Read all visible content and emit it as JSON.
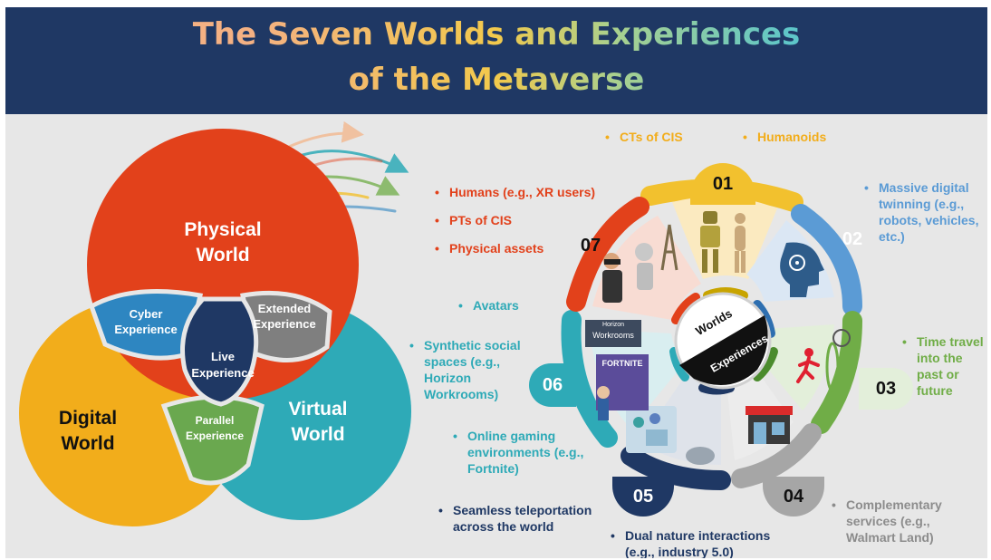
{
  "title": {
    "line1": "The Seven Worlds and Experiences",
    "line2": "of the Metaverse"
  },
  "colors": {
    "header": "#1f3864",
    "physical": "#e2411b",
    "digital": "#f2ad1b",
    "virtual": "#2eaab7",
    "cyber": "#2e86c1",
    "extended": "#7f7f7f",
    "live": "#1f3864",
    "parallel": "#6aa84f"
  },
  "venn": {
    "physical": [
      "Physical",
      "World"
    ],
    "digital": [
      "Digital",
      "World"
    ],
    "virtual": [
      "Virtual",
      "World"
    ],
    "cyber": [
      "Cyber",
      "Experience"
    ],
    "extended": [
      "Extended",
      "Experience"
    ],
    "live": [
      "Live",
      "Experience"
    ],
    "parallel": [
      "Parallel",
      "Experience"
    ]
  },
  "center": {
    "top": "Worlds",
    "bottom": "Experiences"
  },
  "segments": [
    {
      "num": "01",
      "color": "#f2c12e",
      "bullets": [
        "CTs of CIS",
        "Humanoids"
      ]
    },
    {
      "num": "02",
      "color": "#5b9bd5",
      "bullets": [
        "Massive digital twinning (e.g., robots, vehicles, etc.)"
      ]
    },
    {
      "num": "03",
      "color": "#70ad47",
      "bullets": [
        "Time travel into the past or future"
      ]
    },
    {
      "num": "04",
      "color": "#a6a6a6",
      "bullets": [
        "Complementary services (e.g., Walmart Land)"
      ]
    },
    {
      "num": "05",
      "color": "#1f3864",
      "bullets": [
        "Seamless teleportation across the world",
        "Dual nature interactions (e.g., industry 5.0)"
      ]
    },
    {
      "num": "06",
      "color": "#2eaab7",
      "bullets": [
        "Avatars",
        "Synthetic social spaces (e.g., Horizon Workrooms)",
        "Online gaming environments (e.g., Fortnite)"
      ]
    },
    {
      "num": "07",
      "color": "#e2411b",
      "bullets": [
        "Humans (e.g., XR users)",
        "PTs of CIS",
        "Physical assets"
      ]
    }
  ],
  "image_text": {
    "workrooms": "Workrooms",
    "horizon": "Horizon",
    "fortnite": "FORTNITE"
  }
}
